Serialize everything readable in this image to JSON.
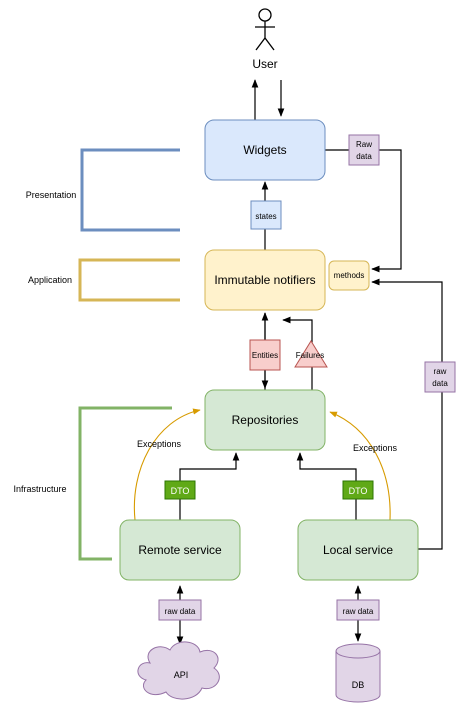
{
  "actor": {
    "label": "User"
  },
  "layers": {
    "presentation": "Presentation",
    "application": "Application",
    "infrastructure": "Infrastructure"
  },
  "nodes": {
    "widgets": "Widgets",
    "notifiers": "Immutable notifiers",
    "repositories": "Repositories",
    "remote_service": "Remote service",
    "local_service": "Local service",
    "api": "API",
    "db": "DB"
  },
  "tags": {
    "raw_data_widgets": [
      "Raw",
      "data"
    ],
    "states": "states",
    "methods": "methods",
    "entities": "Entities",
    "failures": "Failures",
    "raw_data_right": [
      "raw",
      "data"
    ],
    "dto_left": "DTO",
    "dto_right": "DTO",
    "raw_data_api": "raw data",
    "raw_data_db": "raw data",
    "exceptions_left": "Exceptions",
    "exceptions_right": "Exceptions"
  },
  "colors": {
    "presentation_bracket": "#6c8ebf",
    "application_bracket": "#d6b656",
    "infrastructure_bracket": "#82b366",
    "widgets_fill": "#dae8fc",
    "notifiers_fill": "#fff2cc",
    "repositories_fill": "#d5e8d4",
    "purple_fill": "#e1d5e7",
    "red_fill": "#f8cecc",
    "dto_fill": "#60a917",
    "exception_arrow": "#d79b00"
  }
}
